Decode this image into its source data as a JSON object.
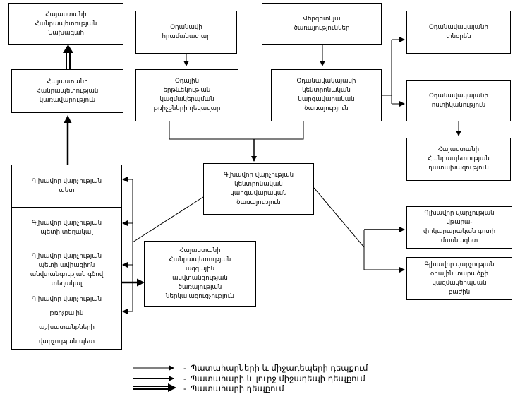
{
  "nodes": {
    "nakhagah": "Հայաստանի\nՀանրապետության\nՆախագահ",
    "karavarutyun": "Հայաստանի\nՀանրապետության\nկառավարություն",
    "ogtanavi_hramanatar": "Օդանավի\nհրամանատար",
    "verahskich_tsarayutyunner": "Վերգետնյա\nծառայություններ",
    "odayin_erteveki_tekhcherneri_ghekavar": "Օդային\nերթևեկության\nկազմակերպման\nթռիչքների ղեկավար",
    "odanavakayanneri_kentronakan": "Օդանավակայանի\nկենտրոնական\nկարգավարական\nծառայություն",
    "odanavakayani_tnoren": "Օդանավակայանի\nտնօրեն",
    "odanavakayani_vostikanutyun": "Օդանավակայանի\nոստիկանություն",
    "datakhazutyun": "Հայաստանի\nՀանրապետության\nդատախազություն",
    "glkhavor_kentronakan": "Գլխավոր վարչության\nկենտրոնական\nկարգավարական\nծառայություն",
    "azgayin_anvtangutyun": "Հայաստանի\nՀանրապետության\nազգային\nանվտանգության\nծառայության\nներկայացուցչություն",
    "vtarafrkararakan_gotov": "Գլխավոր վարչության\nվթարա-\nփրկարարական գոտի\nմասնագետ",
    "odayin_tarachki": "Գլխավոր վարչության\nօդային տարածքի\nկազմակերպման\nբաժին"
  },
  "stack": [
    "Գլխավոր վարչության\nպետ",
    "Գլխավոր վարչության\nպետի տեղակալ",
    "Գլխավոր վարչության\nպետի ավիացիոն\nանվտանգության գծով\nտեղակալ",
    "Գլխավոր վարչության\nթռիչքային\nաշխատանքների\nվարչության պետ"
  ],
  "legend": [
    {
      "label": "Պատահարների և միջադեպերի դեպքում",
      "style": "thin"
    },
    {
      "label": "Պատահարի և լուրջ միջադեպի դեպքում",
      "style": "medium"
    },
    {
      "label": "Պատահարի դեպքում",
      "style": "thick"
    }
  ],
  "legend_dash": "-"
}
